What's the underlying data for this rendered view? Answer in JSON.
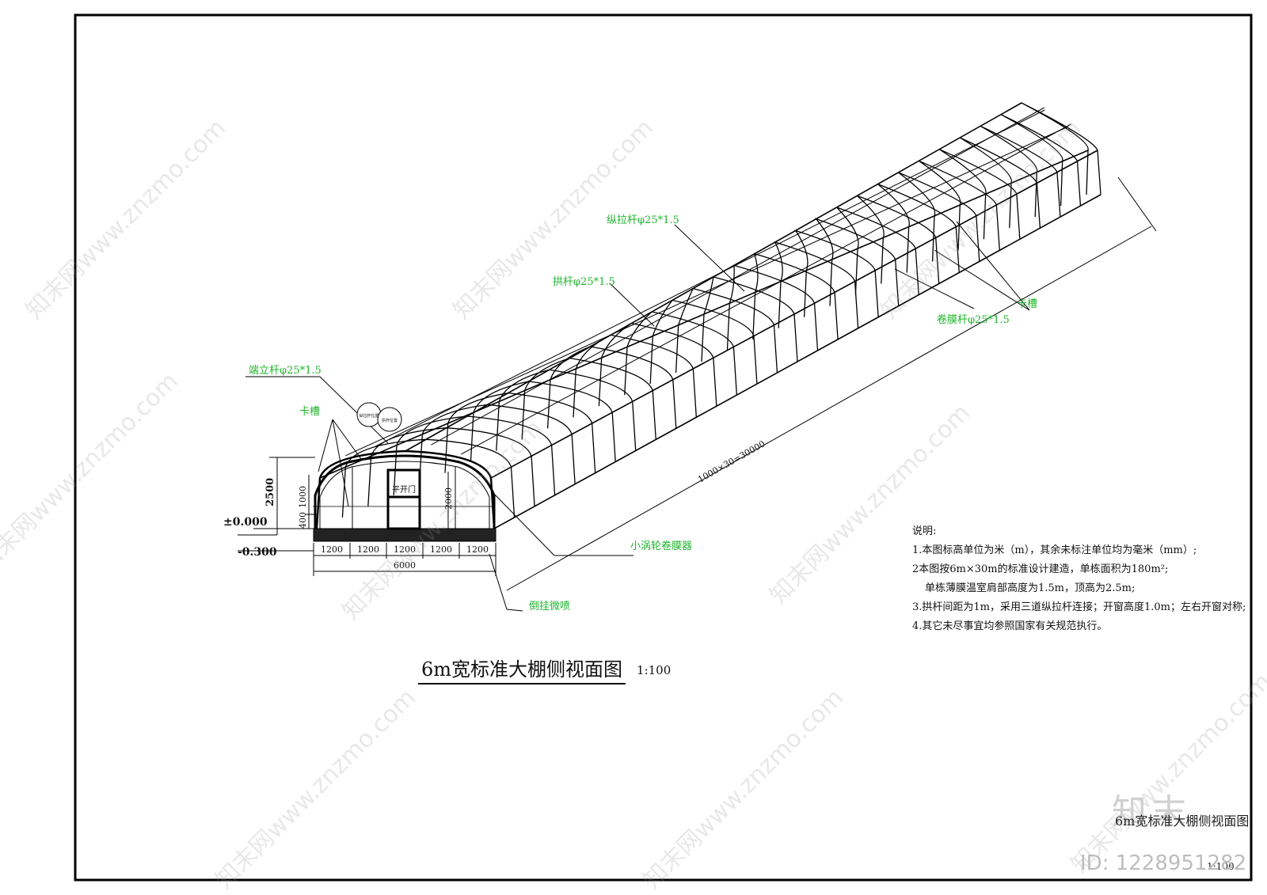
{
  "labels": {
    "longitudinal_rod": "纵拉杆φ25*1.5",
    "arch_rod": "拱杆φ25*1.5",
    "film_roll_rod": "卷膜杆φ25*1.5",
    "clamp_right": "卡槽",
    "end_post": "端立杆φ25*1.5",
    "clamp_left": "卡槽",
    "circle_1": "纵拉杆位置",
    "circle_2": "拱杆位置",
    "door": "平开门",
    "roller": "小涡轮卷膜器",
    "sprinkler": "倒挂微喷",
    "length_dim": "1000×30=30000"
  },
  "dims": {
    "height_2500": "2500",
    "height_1000": "1000",
    "height_400": "400",
    "door_2000": "2000",
    "level_zero": "±0.000",
    "level_minus": "-0.300",
    "bays": [
      "1200",
      "1200",
      "1200",
      "1200",
      "1200"
    ],
    "total_width": "6000"
  },
  "notes": {
    "heading": "说明:",
    "lines": [
      "1.本图标高单位为米（m），其余未标注单位均为毫米（mm）;",
      "2本图按6m×30m的标准设计建造，单栋面积为180m²;",
      "单栋薄膜温室肩部高度为1.5m，顶高为2.5m;",
      "3.拱杆间距为1m，采用三道纵拉杆连接；开窗高度1.0m；左右开窗对称;",
      "4.其它未尽事宜均参照国家有关规范执行。"
    ]
  },
  "title": {
    "main": "6m宽标准大棚侧视面图",
    "scale": "1:100",
    "corner": "6m宽标准大棚侧视面图",
    "corner_scale": "1:100"
  },
  "branding": {
    "logo": "知末",
    "id": "ID: 1228951282",
    "watermark": "知末网www.znzmo.com"
  },
  "colors": {
    "label_green": "#1fb52c",
    "line": "#000000"
  }
}
